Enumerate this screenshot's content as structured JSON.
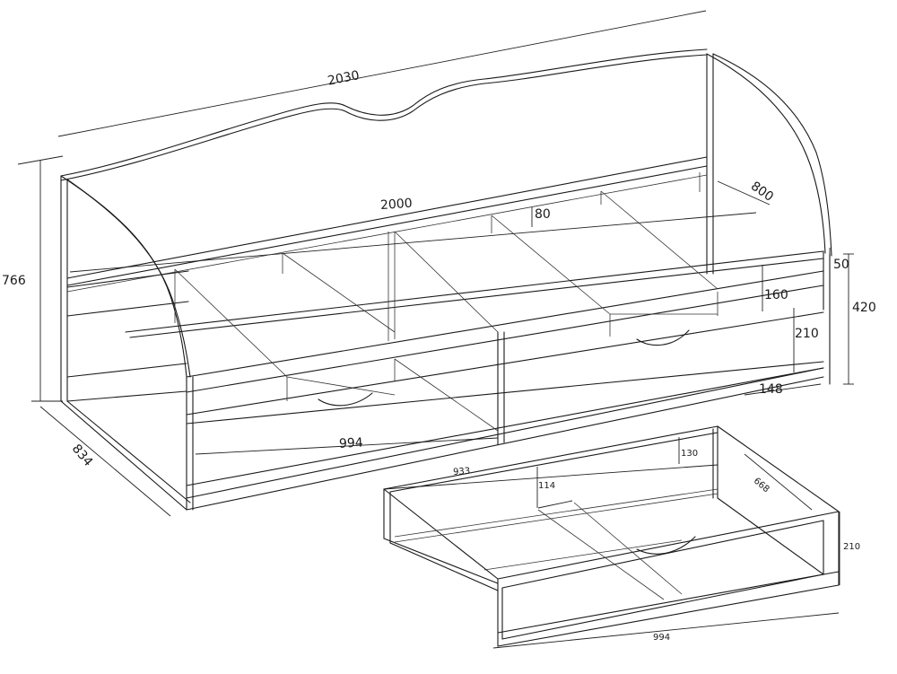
{
  "bed": {
    "length_overall": "2030",
    "height": "766",
    "depth": "834",
    "mattress_length": "2000",
    "mattress_width": "800",
    "slat_offset": "80",
    "top_rail": "50",
    "front_height": "420",
    "rail_height": "160",
    "drawer_front_height": "210",
    "plinth": "148",
    "drawer_width": "994"
  },
  "drawer": {
    "inner_length": "933",
    "side_height": "114",
    "back_height": "130",
    "depth": "668",
    "front_height": "210",
    "width": "994"
  },
  "colors": {
    "line": "#1a1a1a",
    "background": "#ffffff"
  }
}
